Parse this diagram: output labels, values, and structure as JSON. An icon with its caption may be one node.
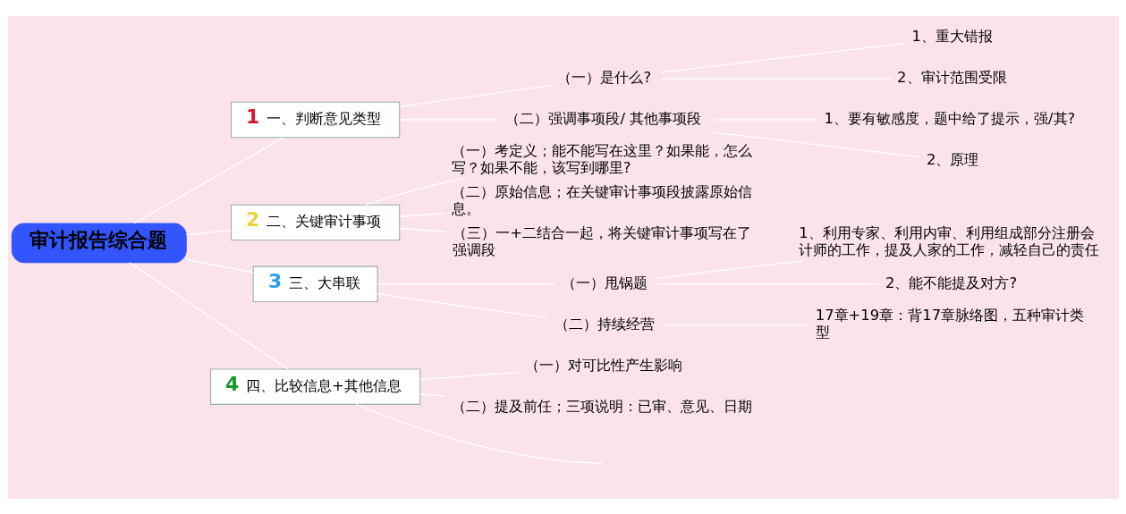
{
  "diagram": {
    "nodes": [
      {
        "text": [
          "审计报告综合题"
        ]
      },
      {
        "text": [
          "1",
          "一、判断意见类型"
        ]
      },
      {
        "text": [
          "（一）是什么?"
        ]
      },
      {
        "text": [
          "1、重大错报"
        ]
      },
      {
        "text": [
          "2、审计范围受限"
        ]
      },
      {
        "text": [
          "（二）强调事项段/ 其他事项段"
        ]
      },
      {
        "text": [
          "1、要有敏感度，题中给了提示，强/其?"
        ]
      },
      {
        "text": [
          "2、原理"
        ]
      },
      {
        "text": [
          "2",
          "二、关键审计事项"
        ]
      },
      {
        "text": [
          "（一）考定义；能不能写在这里？如果能，怎么写？如果不能，该写到哪里?"
        ]
      },
      {
        "text": [
          "（二）原始信息；在关键审计事项段披露原始信息。"
        ]
      },
      {
        "text": [
          "（三）一+二结合一起，将关键审计事项写在了强调段"
        ]
      },
      {
        "text": [
          "3",
          "三、大串联"
        ]
      },
      {
        "text": [
          "（一）甩锅题"
        ]
      },
      {
        "text": [
          "1、利用专家、利用内审、利用组成部分注册会计师的工作，提及人家的工作，减轻自己的责任"
        ]
      },
      {
        "text": [
          "2、能不能提及对方?"
        ]
      },
      {
        "text": [
          "（二）持续经营"
        ]
      },
      {
        "text": [
          "17章+19章：背17章脉络图，五种审计类型"
        ]
      },
      {
        "text": [
          "4",
          "四、比较信息+其他信息"
        ]
      },
      {
        "text": [
          "（一）对可比性产生影响"
        ]
      },
      {
        "text": [
          "（二）提及前任；三项说明：已审、意见、日期"
        ]
      }
    ],
    "edges": [
      {
        "from": 0,
        "to": 1,
        "arrow": "none"
      },
      {
        "from": 1,
        "to": 2,
        "arrow": "none"
      },
      {
        "from": 2,
        "to": 3,
        "arrow": "none"
      },
      {
        "from": 2,
        "to": 4,
        "arrow": "none"
      },
      {
        "from": 1,
        "to": 5,
        "arrow": "none"
      },
      {
        "from": 5,
        "to": 6,
        "arrow": "none"
      },
      {
        "from": 5,
        "to": 7,
        "arrow": "none"
      },
      {
        "from": 0,
        "to": 8,
        "arrow": "none"
      },
      {
        "from": 8,
        "to": 9,
        "arrow": "none"
      },
      {
        "from": 8,
        "to": 10,
        "arrow": "none"
      },
      {
        "from": 8,
        "to": 11,
        "arrow": "none"
      },
      {
        "from": 0,
        "to": 12,
        "arrow": "none"
      },
      {
        "from": 12,
        "to": 13,
        "arrow": "none"
      },
      {
        "from": 13,
        "to": 14,
        "arrow": "none"
      },
      {
        "from": 13,
        "to": 15,
        "arrow": "none"
      },
      {
        "from": 12,
        "to": 16,
        "arrow": "none"
      },
      {
        "from": 16,
        "to": 17,
        "arrow": "none"
      },
      {
        "from": 0,
        "to": 18,
        "arrow": "none"
      },
      {
        "from": 18,
        "to": 19,
        "arrow": "none"
      },
      {
        "from": 18,
        "to": 20,
        "arrow": "none"
      },
      {
        "from": 18,
        "to": null,
        "arrow": "none"
      }
    ]
  }
}
